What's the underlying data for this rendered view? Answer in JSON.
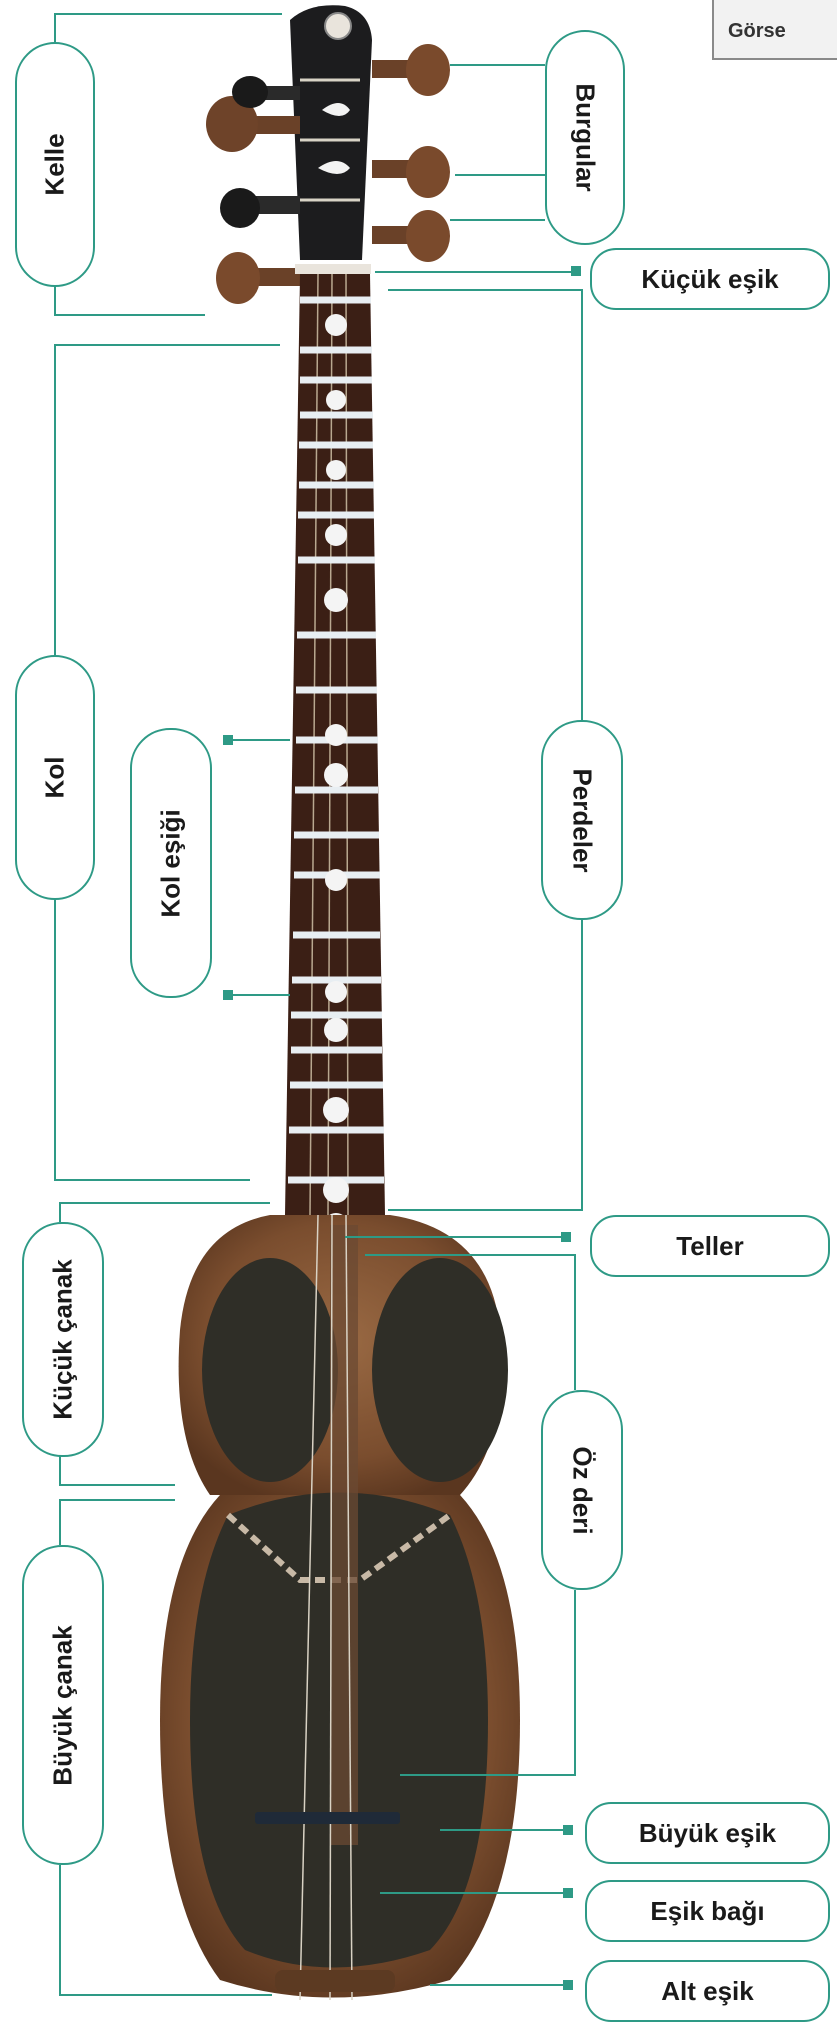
{
  "figure_tag": "Görse",
  "labels": {
    "kelle": "Kelle",
    "burgular": "Burgular",
    "kucuk_esik": "Küçük eşik",
    "kol": "Kol",
    "kol_esigi": "Kol eşiği",
    "perdeler": "Perdeler",
    "teller": "Teller",
    "kucuk_canak": "Küçük çanak",
    "oz_deri": "Öz deri",
    "buyuk_canak": "Büyük çanak",
    "buyuk_esik": "Büyük eşik",
    "esik_bagi": "Eşik bağı",
    "alt_esik": "Alt eşik"
  },
  "colors": {
    "accent": "#2e9a86",
    "wood": "#7a4d2e",
    "skin": "#2f2e27",
    "fretboard": "#3b1f15",
    "fret": "#e8eef2"
  }
}
